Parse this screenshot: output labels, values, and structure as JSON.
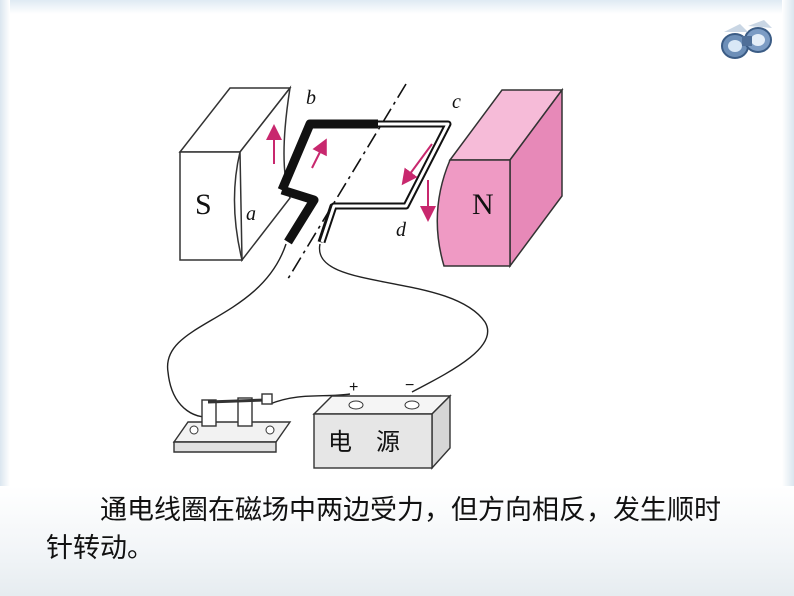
{
  "diagram": {
    "pole_south": "S",
    "pole_north": "N",
    "label_a": "a",
    "label_b": "b",
    "label_c": "c",
    "label_d": "d",
    "terminal_plus": "+",
    "terminal_minus": "−",
    "power_source_label": "电　源",
    "colors": {
      "north_magnet": "#ef9ac4",
      "force_arrow": "#c8286e",
      "coil": "#111111"
    }
  },
  "caption": "通电线圈在磁场中两边受力，但方向相反，发生顺时针转动。",
  "decorations": {
    "corner_icon": "binocular-icon"
  }
}
